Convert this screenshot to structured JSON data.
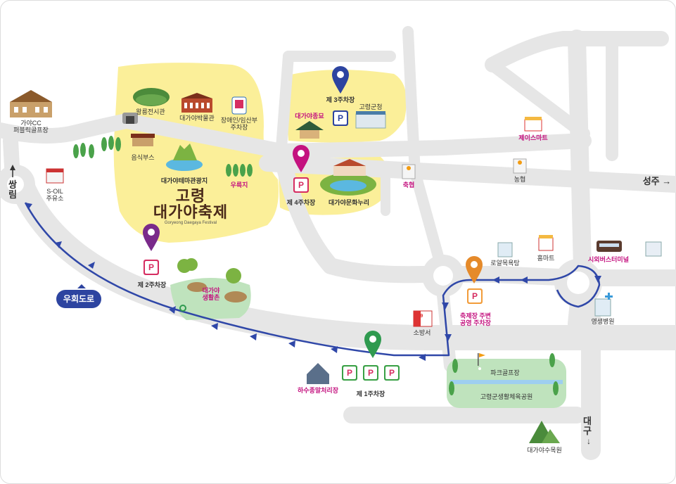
{
  "colors": {
    "road": "#e6e6e6",
    "zone": "#fbef99",
    "park": "#bfe3bd",
    "route": "#2f47a8",
    "parking_red": "#d62d61",
    "parking_blue": "#2d44a0",
    "parking_green": "#39a045",
    "magenta": "#c4127f"
  },
  "directions": {
    "ssangnim": "쌍림",
    "seongju": "성주 →",
    "daegu": "대구"
  },
  "logo": {
    "line1": "고령",
    "line2": "대가야축제",
    "line3": "Goryeong Daegaya Festival"
  },
  "route_label": "우회도로",
  "labels": {
    "gaya_cc": "가야CC\n퍼블릭골프장",
    "s_oil": "S-OIL\n주유소",
    "wangneung": "왕릉전시관",
    "museum": "대가야박물관",
    "disabled_parking": "장애인/임산부\n주차장",
    "food_booth": "음식부스",
    "theme_park": "대가야테마관광지",
    "pond": "우륵지",
    "parking3": "제 3주차장",
    "county_office": "고령군청",
    "daegaya_bell": "대가야종묘",
    "parking4": "제 4주차장",
    "culture_center": "대가야문화누리",
    "nonghyup_ch": "축협",
    "nonghyup": "농협",
    "j_mart": "제이스마트",
    "parking2": "제 2주차장",
    "village": "대가야\n생활촌",
    "royal_bath": "로얄목욕탕",
    "home_mart": "홈마트",
    "bus_terminal": "시외버스터미널",
    "festival_parking": "축제장 주변\n공영 주차장",
    "fire_station": "소방서",
    "hospital": "영생병원",
    "sewage": "하수종말처리장",
    "parking1": "제 1주차장",
    "park_golf": "파크골프장",
    "sports_park": "고령군생활체육공원",
    "arboretum": "대가야수목원"
  },
  "parking_symbol": "P",
  "fire_number": "119"
}
